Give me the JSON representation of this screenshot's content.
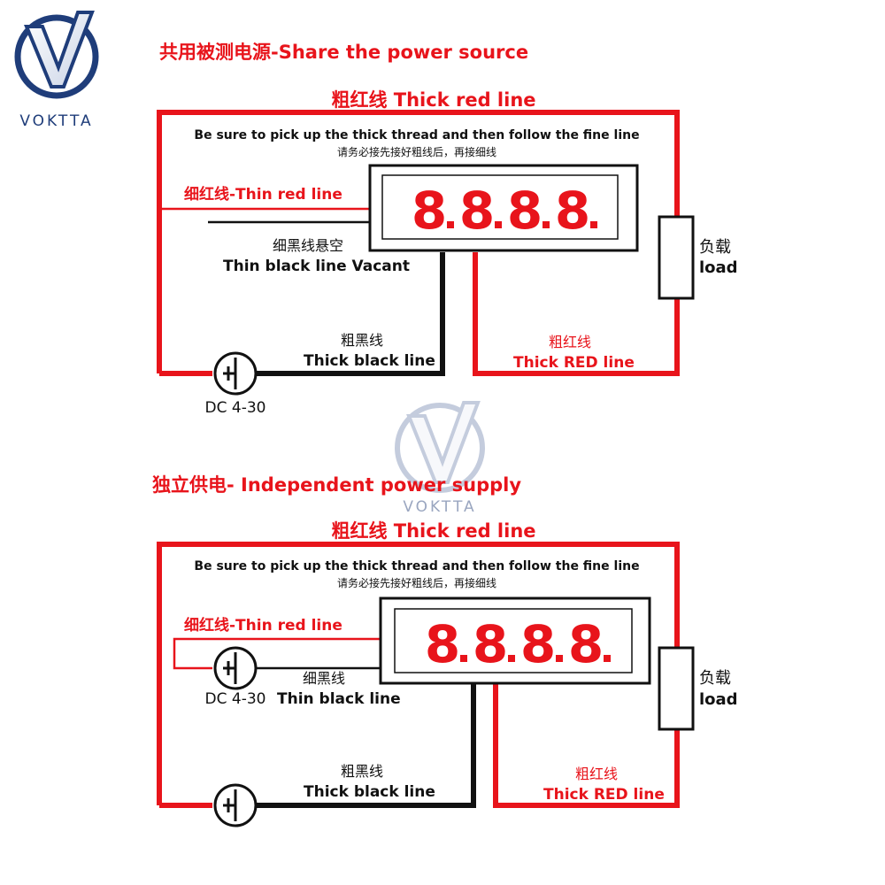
{
  "brand": {
    "name": "VOKTTA",
    "logo_icon": "voktta-v-logo-icon",
    "watermark_icon": "voktta-watermark-icon",
    "colors": {
      "ring": "#1f3d7a",
      "v_fill": "#dfe6f2"
    }
  },
  "colors": {
    "red_wire": "#e8141b",
    "black_wire": "#111111",
    "digit": "#e8141b",
    "heading_red": "#e8141b",
    "text_black": "#111111"
  },
  "common_labels": {
    "cn_line": "请务必接先接好粗线后，再接细线",
    "en_line": "Be sure to pick up the thick thread and then follow the fine line",
    "thick_red_top": "粗红线 Thick red line",
    "thin_red": "细红线-Thin red line",
    "thick_black_cn": "粗黑线",
    "thick_black_en": "Thick black line",
    "thick_red_cn": "粗红线",
    "thick_red_en": "Thick RED line",
    "load_cn": "负载",
    "load_en": "load",
    "dc_label": "DC 4-30",
    "display_digits": [
      "8",
      "8",
      "8",
      "8"
    ]
  },
  "section1": {
    "title": "共用被测电源-Share the power source",
    "thin_black_cn": "细黑线悬空",
    "thin_black_en": "Thin black line Vacant"
  },
  "section2": {
    "title": "独立供电- Independent  power  supply",
    "thin_black_cn": "细黑线",
    "thin_black_en": "Thin black line"
  }
}
